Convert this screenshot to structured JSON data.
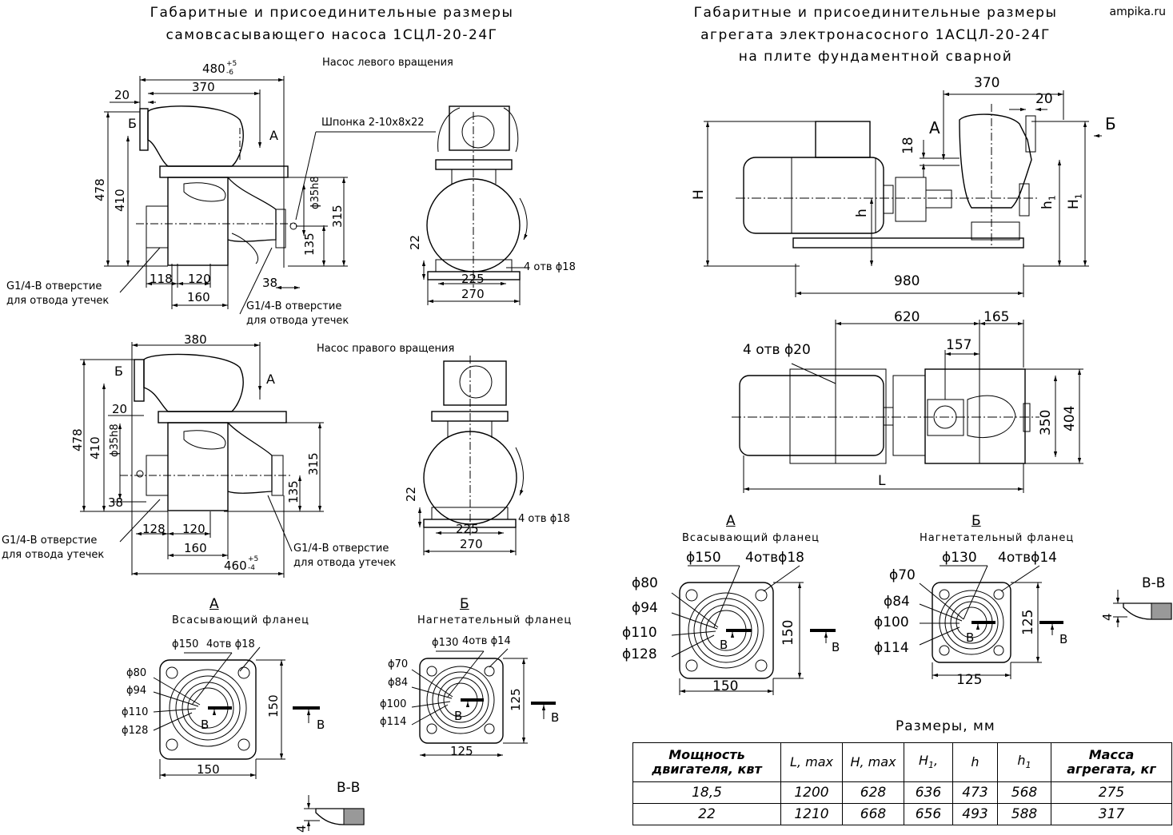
{
  "site": "ampika.ru",
  "left": {
    "title_line1": "Габаритные и присоединительные размеры",
    "title_line2": "самовсасывающего насоса 1СЦЛ-20-24Г",
    "top_view": {
      "caption": "Насос левого вращения",
      "dim_480": "480",
      "dim_480_tol_upper": "+5",
      "dim_480_tol_lower": "-6",
      "dim_370": "370",
      "dim_20": "20",
      "label_b": "Б",
      "label_a": "А",
      "key_note": "Шпонка 2-10х8х22",
      "dim_478": "478",
      "dim_410": "410",
      "shaft_dia": "ϕ35h8",
      "dim_315": "315",
      "dim_135": "135",
      "dim_118": "118",
      "dim_120": "120",
      "dim_160": "160",
      "dim_38": "38",
      "leak_note_1a": "G1/4-В отверстие",
      "leak_note_1b": "для отвода утечек",
      "leak_note_2a": "G1/4-В отверстие",
      "leak_note_2b": "для отвода утечек"
    },
    "side_view_top": {
      "dim_22": "22",
      "dim_225": "225",
      "dim_270": "270",
      "holes": "4 отв ϕ18"
    },
    "bottom_view": {
      "caption": "Насос правого вращения",
      "dim_380": "380",
      "label_b": "Б",
      "label_a": "А",
      "dim_478": "478",
      "dim_410": "410",
      "dim_20": "20",
      "shaft_dia": "ϕ35h8",
      "dim_38": "38",
      "dim_315": "315",
      "dim_135": "135",
      "dim_128": "128",
      "dim_120": "120",
      "dim_160": "160",
      "dim_460": "460",
      "dim_460_tol_upper": "+5",
      "dim_460_tol_lower": "-4",
      "leak_note_1a": "G1/4-В отверстие",
      "leak_note_1b": "для отвода утечек",
      "leak_note_2a": "G1/4-В отверстие",
      "leak_note_2b": "для отвода утечек"
    },
    "side_view_bottom": {
      "dim_22": "22",
      "dim_225": "225",
      "dim_270": "270",
      "holes": "4 отв ϕ18"
    },
    "flange_a": {
      "letter": "А",
      "caption": "Всасывающий фланец",
      "dia_150": "ϕ150",
      "holes": "4отв ϕ18",
      "d80": "ϕ80",
      "d94": "ϕ94",
      "d110": "ϕ110",
      "d128": "ϕ128",
      "side": "150",
      "bottom": "150",
      "section": "В",
      "section_mark": "В"
    },
    "flange_b": {
      "letter": "Б",
      "caption": "Нагнетательный фланец",
      "dia_130": "ϕ130",
      "holes": "4отв ϕ14",
      "d70": "ϕ70",
      "d84": "ϕ84",
      "d100": "ϕ100",
      "d114": "ϕ114",
      "side": "125",
      "bottom": "125",
      "section": "В",
      "section_mark": "В"
    },
    "section_vv": {
      "label": "В-В",
      "dim": "4"
    }
  },
  "right": {
    "title_line1": "Габаритные и присоединительные размеры",
    "title_line2": "агрегата электронасосного 1АСЦЛ-20-24Г",
    "title_line3": "на плите фундаментной сварной",
    "front_view": {
      "dim_370": "370",
      "dim_20": "20",
      "label_a": "А",
      "label_b": "Б",
      "dim_18": "18",
      "dim_H": "H",
      "dim_h": "h",
      "dim_h1": "h",
      "dim_h1_sub": "1",
      "dim_H1": "H",
      "dim_H1_sub": "1",
      "dim_980": "980"
    },
    "plan_view": {
      "dim_620": "620",
      "dim_165": "165",
      "dim_157": "157",
      "holes": "4 отв ϕ20",
      "dim_350": "350",
      "dim_404": "404",
      "dim_L": "L"
    },
    "flange_a": {
      "letter": "А",
      "caption": "Всасывающий фланец",
      "dia_150": "ϕ150",
      "holes": "4отвϕ18",
      "d80": "ϕ80",
      "d94": "ϕ94",
      "d110": "ϕ110",
      "d128": "ϕ128",
      "side": "150",
      "bottom": "150",
      "section": "В",
      "section_mark": "В"
    },
    "flange_b": {
      "letter": "Б",
      "caption": "Нагнетательный фланец",
      "dia_130": "ϕ130",
      "holes": "4отвϕ14",
      "d70": "ϕ70",
      "d84": "ϕ84",
      "d100": "ϕ100",
      "d114": "ϕ114",
      "side": "125",
      "bottom": "125",
      "section": "В",
      "section_mark": "В"
    },
    "section_vv": {
      "label": "В-В",
      "dim": "4"
    }
  },
  "table": {
    "caption": "Размеры, мм",
    "headers": [
      "Мощность двигателя, квт",
      "L, max",
      "H, max",
      "H1,",
      "h",
      "h1",
      "Масса агрегата, кг"
    ],
    "header_power_1": "Мощность",
    "header_power_2": "двигателя, квт",
    "header_L": "L, max",
    "header_H": "H, max",
    "header_H1": "H",
    "header_H1_sub": "1",
    "header_H1_tail": ",",
    "header_h": "h",
    "header_h1": "h",
    "header_h1_sub": "1",
    "header_mass_1": "Масса",
    "header_mass_2": "агрегата, кг",
    "rows": [
      [
        "18,5",
        "1200",
        "628",
        "636",
        "473",
        "568",
        "275"
      ],
      [
        "22",
        "1210",
        "668",
        "656",
        "493",
        "588",
        "317"
      ]
    ]
  }
}
